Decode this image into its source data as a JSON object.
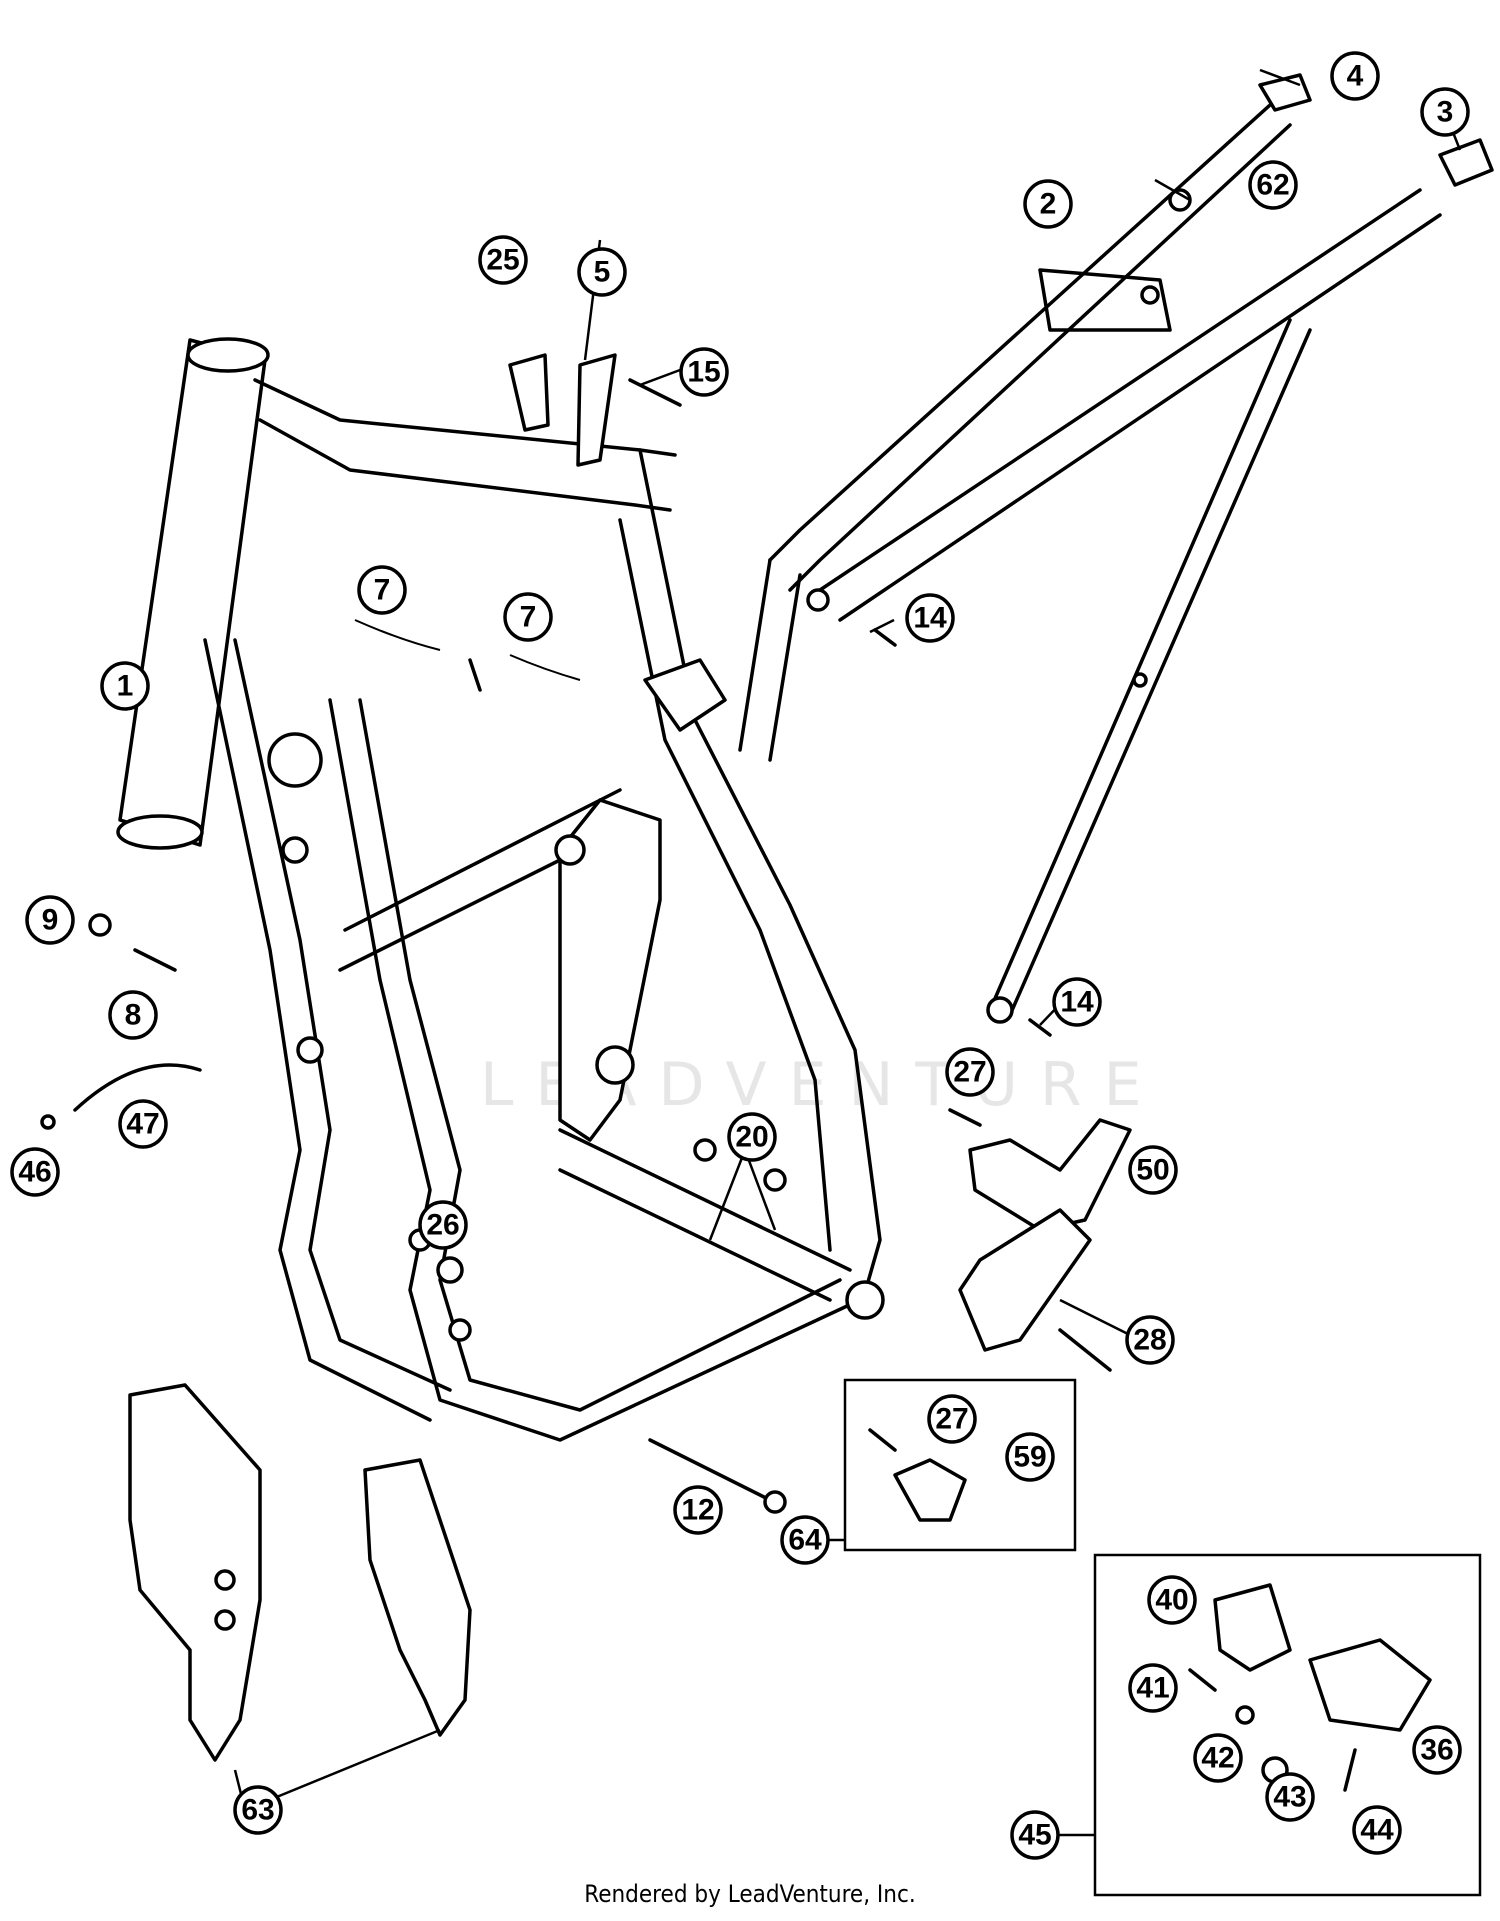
{
  "watermark": "LEADVENTURE",
  "footer": "Rendered by LeadVenture, Inc.",
  "callouts": [
    "1",
    "2",
    "3",
    "4",
    "5",
    "7",
    "7",
    "8",
    "9",
    "12",
    "14",
    "14",
    "15",
    "20",
    "25",
    "26",
    "27",
    "27",
    "28",
    "36",
    "40",
    "41",
    "42",
    "43",
    "44",
    "45",
    "46",
    "47",
    "50",
    "59",
    "62",
    "63",
    "64"
  ]
}
